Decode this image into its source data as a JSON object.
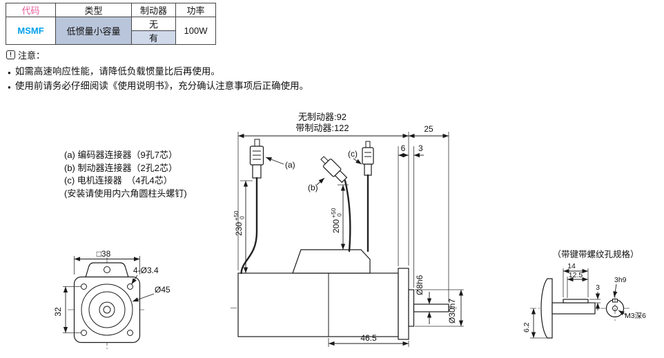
{
  "colors": {
    "code_text": "#e8609e",
    "msmf_text": "#00a0e9",
    "type_cell_bg": "#b9c5da",
    "brake_with_bg": "#cfd9ea"
  },
  "table": {
    "headers": [
      "代码",
      "类型",
      "制动器",
      "功率"
    ],
    "rows": {
      "code": "MSMF",
      "type": "低惯量小容量",
      "brake_none": "无",
      "brake_with": "有",
      "power": "100W"
    }
  },
  "notes": {
    "icon": "!",
    "title": "注意：",
    "bullet": "●",
    "items": [
      "如需高速响应性能，请降低负载惯量比后再使用。",
      "使用前请务必仔细阅读《使用说明书》，充分确认注意事项后正确使用。"
    ]
  },
  "legend": {
    "line_a": "(a) 编码器连接器（9孔7芯）",
    "line_b": "(b) 制动器连接器（2孔2芯）",
    "line_c": "(c) 电机连接器　（4孔4芯）",
    "line_mount": "(安装请使用内六角圆柱头螺钉)"
  },
  "side_view": {
    "len_no_brake": "无制动器:92",
    "len_with_brake": "带制动器:122",
    "dim_25": "25",
    "dim_6": "6",
    "dim_3": "3",
    "cable_a_len": "230",
    "cable_c_len": "200",
    "tol_plus": "+50",
    "tol_zero": "0",
    "shaft_dia": "Ø8h6",
    "pilot_dia": "Ø30h7",
    "dim_46_5": "46.5",
    "label_a": "(a)",
    "label_b": "(b)",
    "label_c": "(c)"
  },
  "front_view": {
    "square": "□38",
    "holes": "4-Ø3.4",
    "circle": "Ø45",
    "dim_32": "32"
  },
  "shaft_detail": {
    "title": "（带键带螺纹孔规格）",
    "dim_14": "14",
    "dim_12_5": "12.5",
    "dim_3": "3",
    "key": "3h9",
    "tap": "M3深6",
    "dim_6_2": "6.2"
  }
}
